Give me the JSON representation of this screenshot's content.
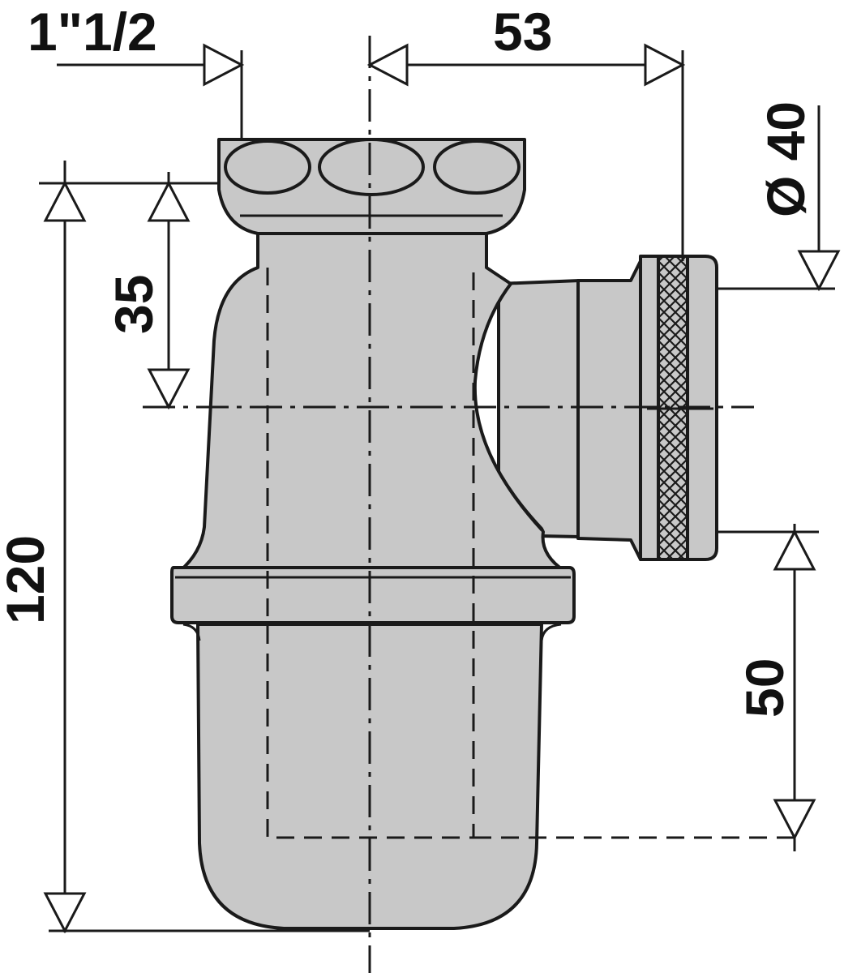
{
  "diagram": {
    "product": "bottle-trap",
    "colors": {
      "body_fill": "#c8c8c8",
      "stroke": "#1a1a1a",
      "arrow_fill": "#ffffff",
      "background": "#ffffff"
    },
    "dimensions": {
      "inlet_thread": "1\"1/2",
      "outlet_offset": "53",
      "outlet_diameter": "Ø 40",
      "inlet_to_outlet_depth": "35",
      "total_height": "120",
      "outlet_to_bottom": "50"
    }
  }
}
